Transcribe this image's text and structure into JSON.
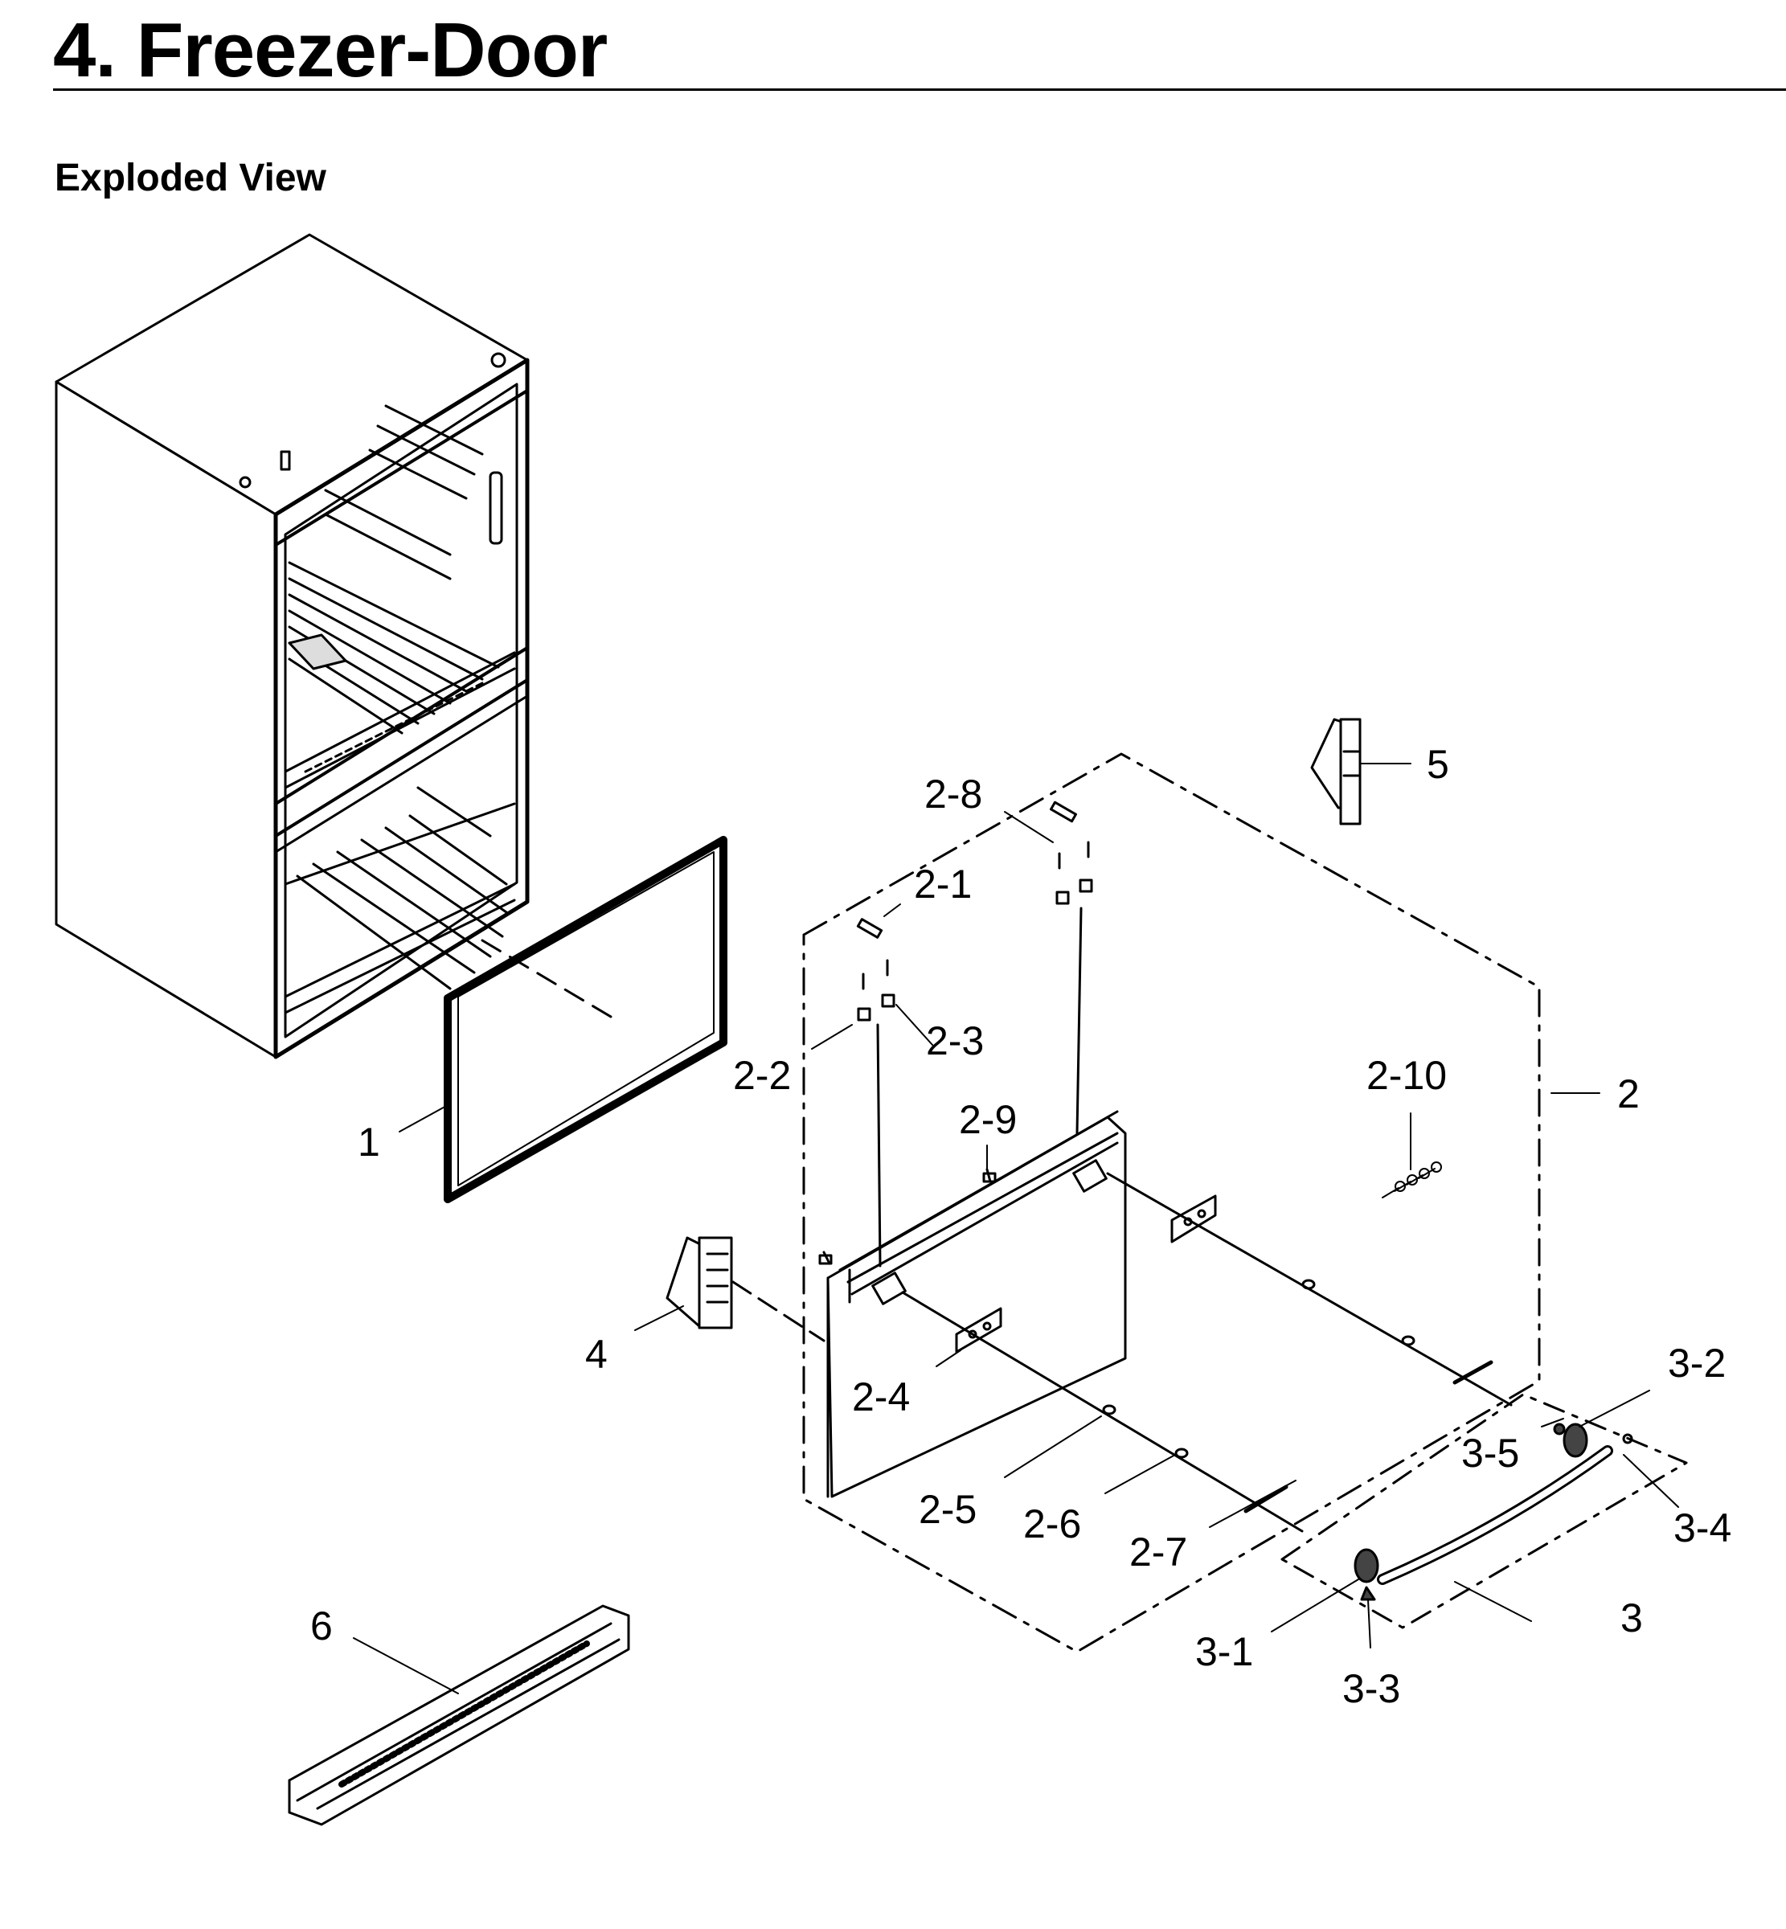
{
  "header": {
    "title": "4.  Freezer-Door",
    "subtitle": "Exploded View"
  },
  "callouts": {
    "c1": "1",
    "c2": "2",
    "c2_1": "2-1",
    "c2_2": "2-2",
    "c2_3": "2-3",
    "c2_4": "2-4",
    "c2_5": "2-5",
    "c2_6": "2-6",
    "c2_7": "2-7",
    "c2_8": "2-8",
    "c2_9": "2-9",
    "c2_10": "2-10",
    "c3": "3",
    "c3_1": "3-1",
    "c3_2": "3-2",
    "c3_3": "3-3",
    "c3_4": "3-4",
    "c3_5": "3-5",
    "c4": "4",
    "c5": "5",
    "c6": "6"
  }
}
